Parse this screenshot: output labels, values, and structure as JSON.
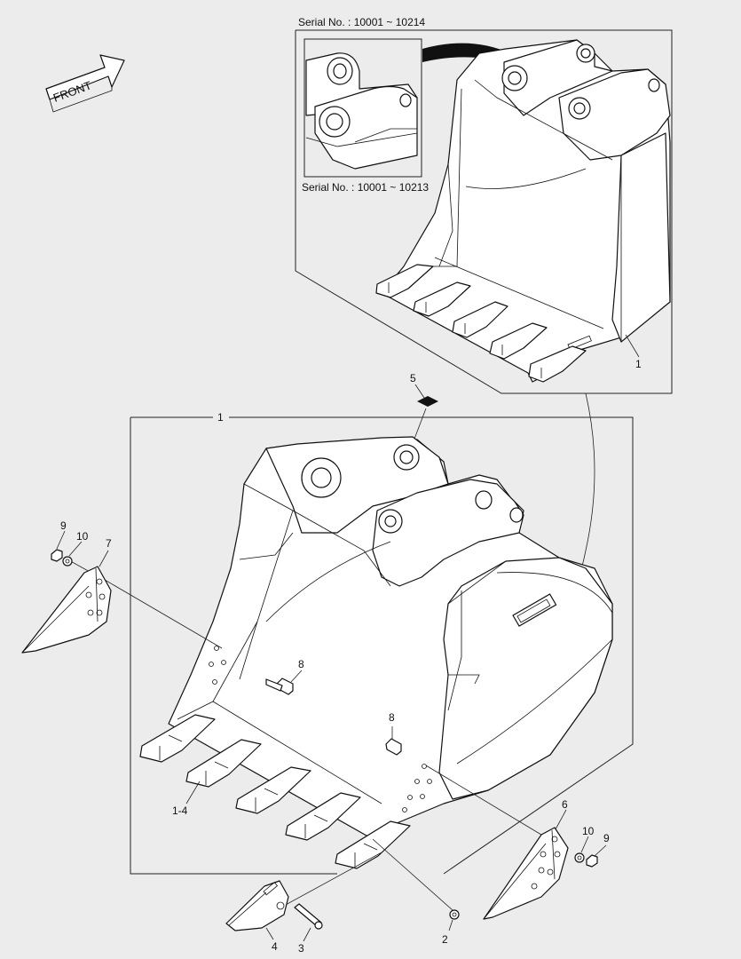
{
  "front_arrow": {
    "label": "FRONT"
  },
  "inset_box": {
    "serial_label": "Serial No. : 10001 ~ 10214"
  },
  "detail_box": {
    "serial_label": "Serial No. : 10001 ~ 10213"
  },
  "main_box": {
    "label": "1"
  },
  "callouts": {
    "c1_inset": "1",
    "c5": "5",
    "c7": "7",
    "c9_left": "9",
    "c10_left": "10",
    "c8_upper": "8",
    "c8_lower": "8",
    "c1_4": "1-4",
    "c6": "6",
    "c10_right": "10",
    "c9_right": "9",
    "c4": "4",
    "c3": "3",
    "c2": "2"
  },
  "icons": [
    "front-arrow-icon",
    "bucket-illustration",
    "tooth-illustration",
    "side-cutter-illustration",
    "bolt-illustration",
    "nut-illustration",
    "washer-illustration",
    "pin-illustration",
    "decal-illustration"
  ]
}
